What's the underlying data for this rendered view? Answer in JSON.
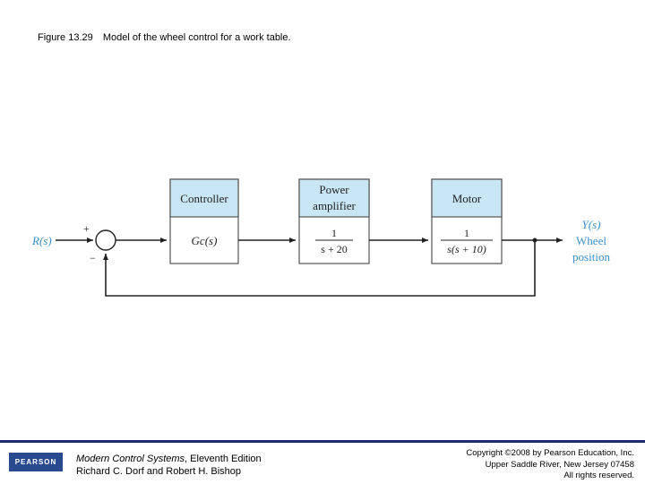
{
  "caption": {
    "figure_number": "Figure 13.29",
    "text": "Model of the wheel control for a work table."
  },
  "diagram": {
    "input_label": "R(s)",
    "plus_sign": "+",
    "minus_sign": "−",
    "blocks": [
      {
        "header": "Controller",
        "header2": "",
        "transfer": "Gc(s)"
      },
      {
        "header": "Power",
        "header2": "amplifier",
        "num": "1",
        "den": "s + 20"
      },
      {
        "header": "Motor",
        "header2": "",
        "num": "1",
        "den": "s(s + 10)"
      }
    ],
    "output_label_1": "Y(s)",
    "output_label_2": "Wheel",
    "output_label_3": "position",
    "colors": {
      "header_fill": "#c8e6f4",
      "output_text": "#3a8fc8",
      "line": "#222222"
    }
  },
  "footer": {
    "logo": "PEARSON",
    "book_title": "Modern Control Systems",
    "book_edition": ", Eleventh Edition",
    "authors": "Richard C. Dorf and Robert H. Bishop",
    "copyright_1": "Copyright ©2008 by Pearson Education, Inc.",
    "copyright_2": "Upper Saddle River, New Jersey 07458",
    "copyright_3": "All rights reserved."
  }
}
